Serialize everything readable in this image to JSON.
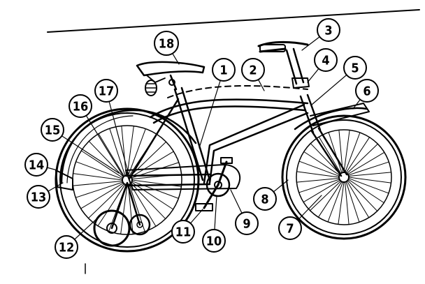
{
  "diagram": {
    "callouts": [
      {
        "id": "1",
        "label": "1"
      },
      {
        "id": "2",
        "label": "2"
      },
      {
        "id": "3",
        "label": "3"
      },
      {
        "id": "4",
        "label": "4"
      },
      {
        "id": "5",
        "label": "5"
      },
      {
        "id": "6",
        "label": "6"
      },
      {
        "id": "7",
        "label": "7"
      },
      {
        "id": "8",
        "label": "8"
      },
      {
        "id": "9",
        "label": "9"
      },
      {
        "id": "10",
        "label": "10"
      },
      {
        "id": "11",
        "label": "11"
      },
      {
        "id": "12",
        "label": "12"
      },
      {
        "id": "13",
        "label": "13"
      },
      {
        "id": "14",
        "label": "14"
      },
      {
        "id": "15",
        "label": "15"
      },
      {
        "id": "16",
        "label": "16"
      },
      {
        "id": "17",
        "label": "17"
      },
      {
        "id": "18",
        "label": "18"
      }
    ],
    "ink_color": "#000000",
    "paper_color": "#ffffff"
  }
}
